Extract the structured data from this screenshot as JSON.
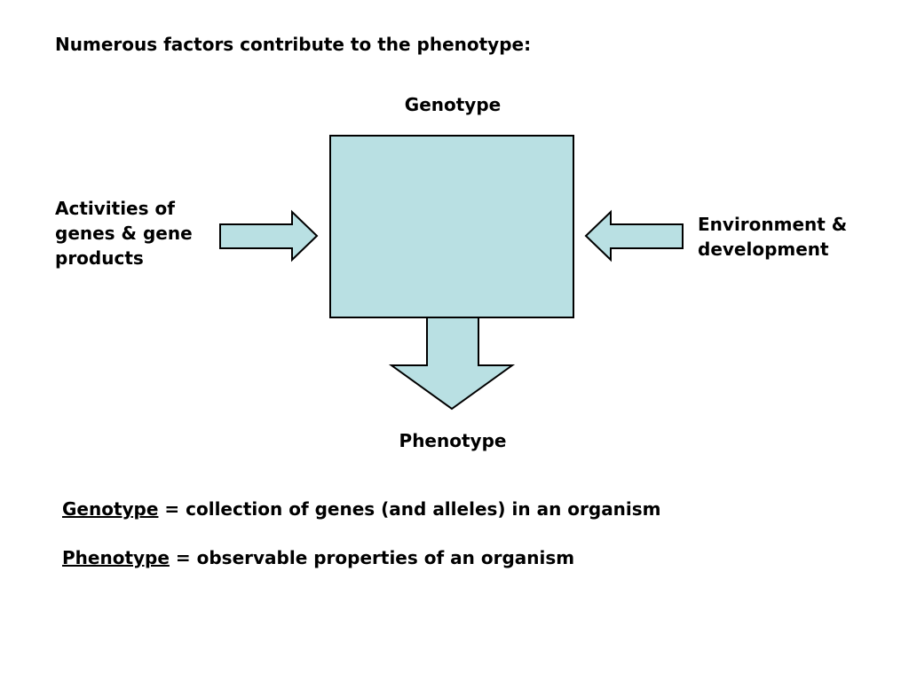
{
  "title": "Numerous factors contribute to the phenotype:",
  "diagram": {
    "top_label": "Genotype",
    "bottom_label": "Phenotype",
    "left_label_lines": [
      "Activities of",
      "genes & gene",
      "products"
    ],
    "right_label_lines": [
      "Environment &",
      "development"
    ],
    "fill_color": "#b9e0e3",
    "stroke_color": "#000000"
  },
  "definitions": [
    {
      "term": "Genotype",
      "text": " = collection of genes (and alleles) in an organism"
    },
    {
      "term": "Phenotype",
      "text": " = observable properties of an organism"
    }
  ]
}
